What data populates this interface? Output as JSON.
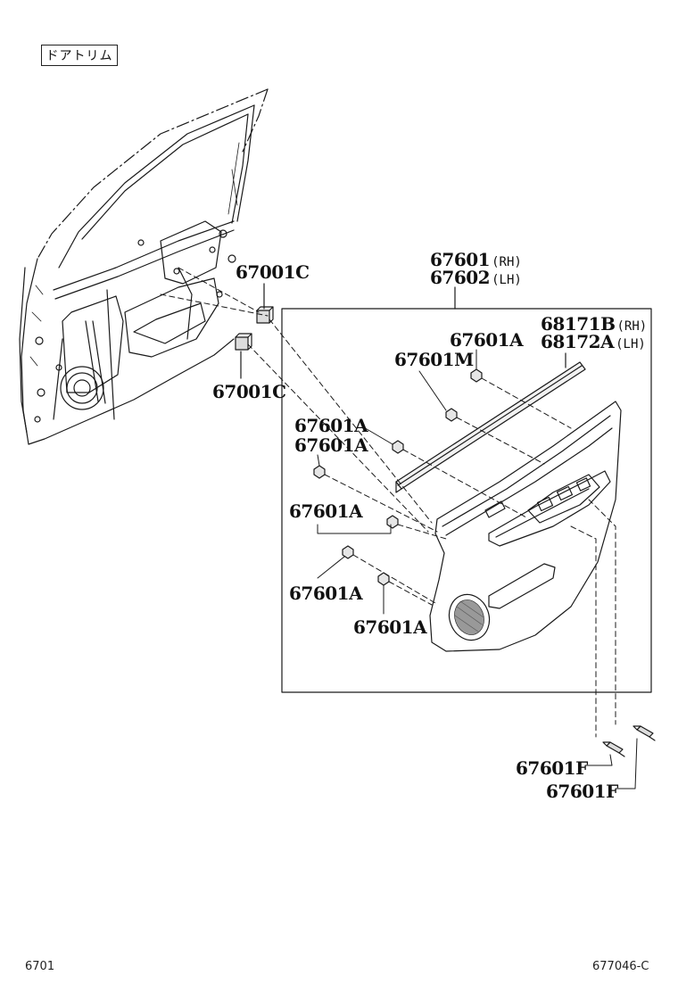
{
  "title": "ドアトリム",
  "labels": {
    "clip_c_top": "67001C",
    "clip_c_bottom": "67001C",
    "panel_rh": {
      "part": "67601",
      "side": "(RH)"
    },
    "panel_lh": {
      "part": "67602",
      "side": "(LH)"
    },
    "weatherstrip_rh": {
      "part": "68171B",
      "side": "(RH)"
    },
    "weatherstrip_lh": {
      "part": "68172A",
      "side": "(LH)"
    },
    "clip_a_1": "67601A",
    "clip_m": "67601M",
    "clip_a_2": "67601A",
    "clip_a_3": "67601A",
    "clip_a_4": "67601A",
    "clip_a_5": "67601A",
    "clip_a_6": "67601A",
    "screw_f_1": "67601F",
    "screw_f_2": "67601F"
  },
  "footer": {
    "page_code": "6701",
    "drawing_code": "677046-C"
  }
}
